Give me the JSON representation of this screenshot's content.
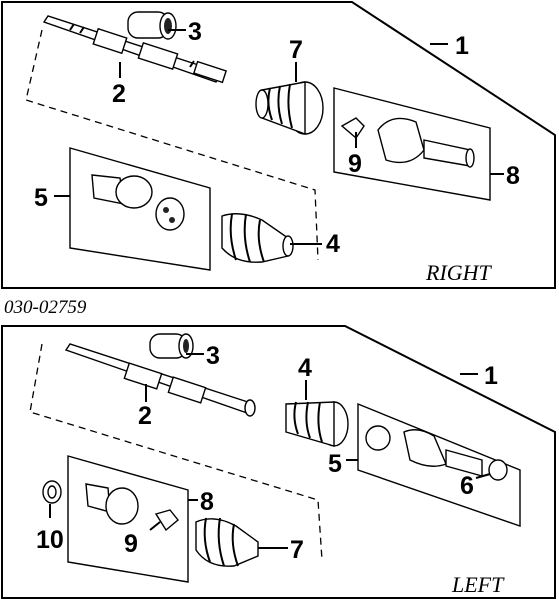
{
  "part_number": "030-02759",
  "right_panel": {
    "side_label": "RIGHT",
    "callouts": [
      "1",
      "2",
      "3",
      "4",
      "5",
      "7",
      "8",
      "9"
    ]
  },
  "left_panel": {
    "side_label": "LEFT",
    "callouts": [
      "1",
      "2",
      "3",
      "4",
      "5",
      "6",
      "7",
      "8",
      "9",
      "10"
    ]
  },
  "colors": {
    "ink": "#000000",
    "paper": "#ffffff"
  }
}
